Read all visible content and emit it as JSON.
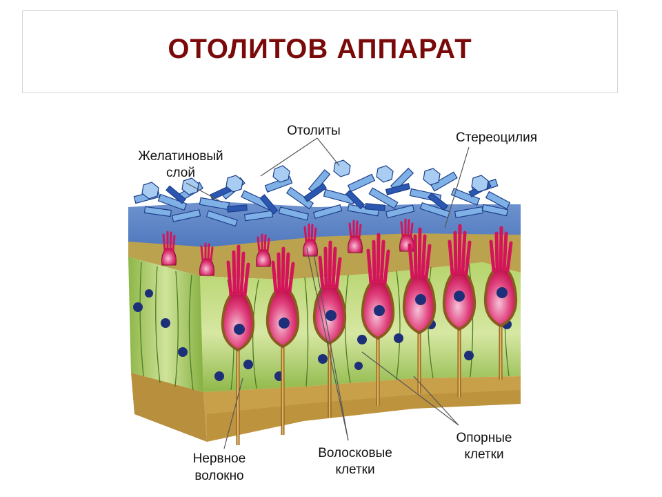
{
  "title": "ОТОЛИТОВ АППАРАТ",
  "labels": {
    "otolity": "Отолиты",
    "stereocilia": "Стереоцилия",
    "gel_line1": "Желатиновый",
    "gel_line2": "слой",
    "nerve_line1": "Нервное",
    "nerve_line2": "волокно",
    "hair_line1": "Волосковые",
    "hair_line2": "клетки",
    "support_line1": "Опорные",
    "support_line2": "клетки"
  },
  "colors": {
    "title": "#7a0a0a",
    "gel_layer": "#5b84c4",
    "epithelium": "#9fc45a",
    "hair_cell": "#d4145a",
    "basal_layer": "#c9a04a",
    "otolith": "#7fb0e6"
  }
}
